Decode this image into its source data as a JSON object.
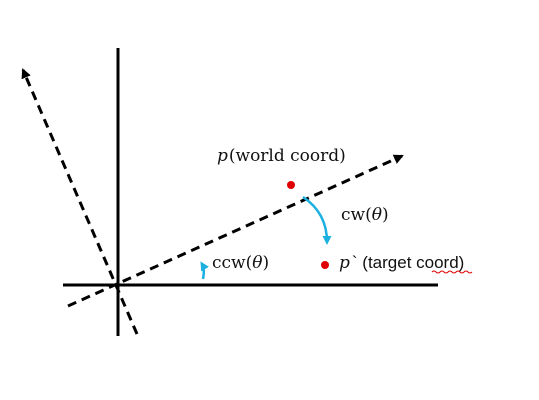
{
  "labels": {
    "p_world_symbol": "p",
    "p_world_rest": "(world coord)",
    "cw_prefix": "cw(",
    "cw_theta": "θ",
    "cw_suffix": ")",
    "ccw_prefix": "ccw(",
    "ccw_theta": "θ",
    "ccw_suffix": ")",
    "p_target_symbol": "p",
    "p_target_mark": "`",
    "p_target_rest": " (target coord)",
    "p_target_underlined": "coord"
  },
  "colors": {
    "axis": "#000000",
    "rotated_axis": "#000000",
    "point": "#e00000",
    "rotation_arrow": "#1ab0e0",
    "spell_underline": "#e00000"
  }
}
